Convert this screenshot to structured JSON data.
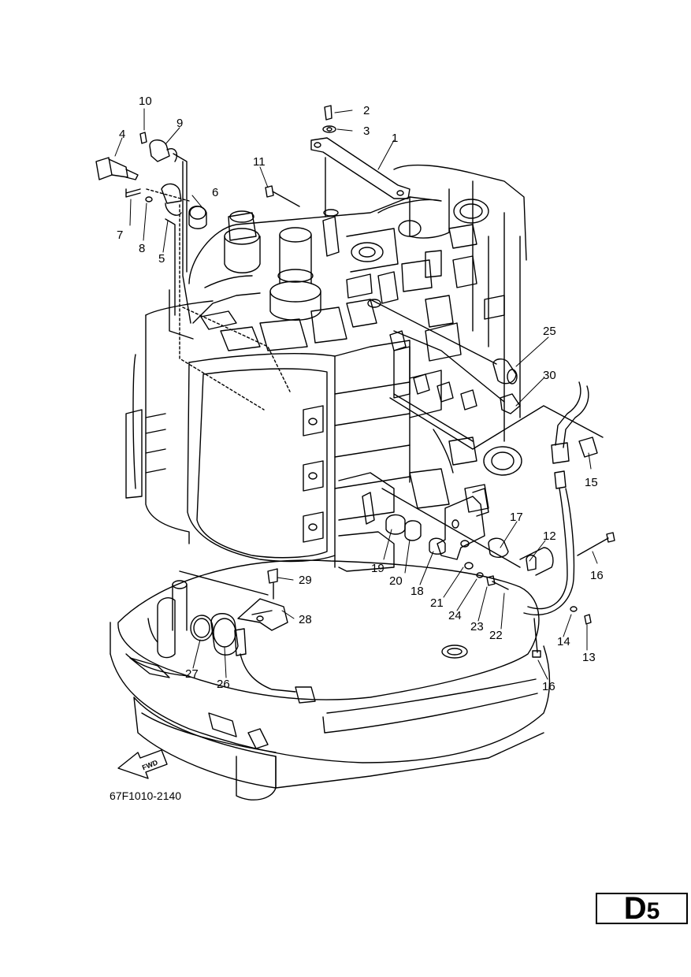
{
  "diagram": {
    "labels": [
      "1",
      "2",
      "3",
      "4",
      "5",
      "6",
      "7",
      "8",
      "9",
      "10",
      "11",
      "12",
      "13",
      "14",
      "15",
      "16",
      "16",
      "17",
      "18",
      "19",
      "20",
      "21",
      "22",
      "23",
      "24",
      "25",
      "26",
      "27",
      "28",
      "29",
      "30"
    ],
    "fwd_text": "FWD",
    "drawing_code": "67F1010-2140",
    "page_code": {
      "letter": "D",
      "number": "5"
    }
  }
}
